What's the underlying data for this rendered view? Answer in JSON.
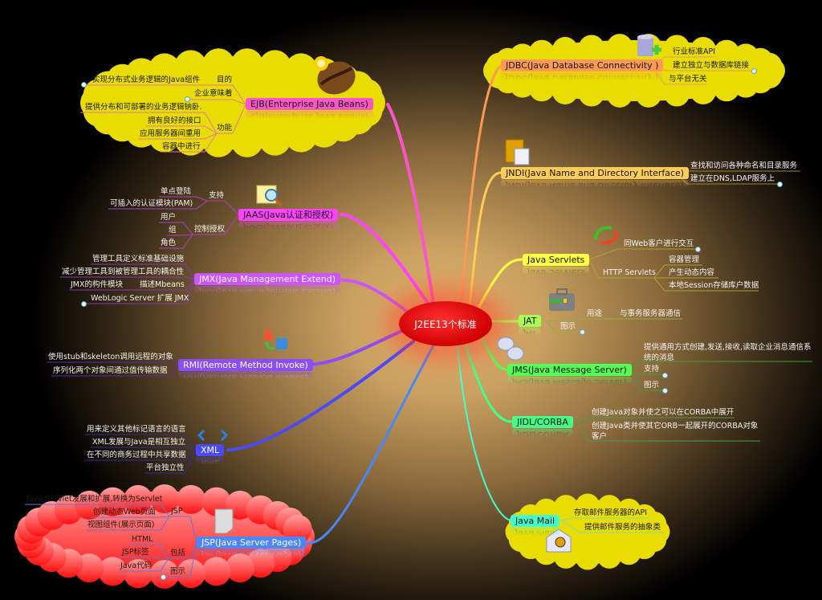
{
  "center": "J2EE13个标准",
  "ejb": {
    "label": "EJB(Enterprise Java Beans)",
    "color": "#ff55c8",
    "purpose_label": "目的",
    "purpose": "实现分布式业务逻辑的Java组件",
    "meaning": "企业意味着",
    "function_label": "功能",
    "functions": [
      "提供分布和可部署的业务逻辑钠卧.",
      "拥有良好的接口",
      "应用服务器间重用",
      "容器中进行"
    ]
  },
  "jaas": {
    "label": "JAAS(Java认证和授权)",
    "color": "#ff44ff",
    "support_label": "支持",
    "support": [
      "单点登陆",
      "可插入的认证模块(PAM)"
    ],
    "control_label": "控制授权",
    "control": [
      "用户",
      "组",
      "角色"
    ]
  },
  "jmx": {
    "label": "JMX(Java Management Extend)",
    "color": "#cc55ff",
    "items": [
      "管理工具定义标准基础设施",
      "减少管理工具到被管理工具的耦合性",
      "JMX的构件模块",
      "WebLogic Server 扩展 JMX"
    ],
    "mbeans": "描述Mbeans"
  },
  "rmi": {
    "label": "RMI(Remote Method Invoke)",
    "color": "#8b4dff",
    "items": [
      "使用stub和skeleton调用远程的对象",
      "序列化两个对象间通过值传输数据"
    ]
  },
  "xml": {
    "label": "XML",
    "color": "#4a4aff",
    "items": [
      "用来定义其他标记语言的语言",
      "XML发展与Java是相互独立",
      "在不同的商务过程中共享数据",
      "平台独立性"
    ]
  },
  "jsp": {
    "label": "JSP(Java Server Pages)",
    "color": "#4a86ff",
    "jsp_label": "JSP",
    "jsp_items": [
      "Java Servlet发展和扩展,转换为Servlet",
      "创建动态Web页面",
      "视图组件(展示页面)"
    ],
    "include_label": "包括",
    "include_items": [
      "HTML",
      "JSP标签",
      "Java代码"
    ],
    "diagram": "图示"
  },
  "jdbc": {
    "label": "JDBC(Java Database Connectivity )",
    "color": "#ff9a55",
    "items": [
      "行业标准API",
      "建立独立与数据库链接",
      "与平台无关"
    ]
  },
  "jndi": {
    "label": "JNDI(Java Name and Directory Interface)",
    "color": "#ffcc55",
    "items": [
      "查找和访问各种命名和目录服务",
      "建立在DNS,LDAP服务上"
    ]
  },
  "servlets": {
    "label": "Java Servlets",
    "color": "#ffff44",
    "web": "同Web客户进行交互",
    "http_label": "HTTP Servlets",
    "http_items": [
      "容器管理",
      "产生动态内容",
      "本地Session存储库户数据"
    ]
  },
  "jat": {
    "label": "JAT",
    "color": "#aaff55",
    "use_label": "用途",
    "use": "与事务服务器通信",
    "diagram": "图示"
  },
  "jms": {
    "label": "JMS(Java Message Server)",
    "color": "#55ff55",
    "desc": "提供通用方式创建,发送,接收,读取企业消息通信系统的消息",
    "support": "支持",
    "diagram": "图示"
  },
  "jidl": {
    "label": "JIDL/CORBA",
    "color": "#44ff88",
    "items": [
      "创建Java对象并使之可以在CORBA中展开",
      "创建Java类并使其它ORB一起展开的CORBA对象客户"
    ]
  },
  "mail": {
    "label": "Java Mail",
    "color": "#44ffcc",
    "items": [
      "存取邮件服务器的API",
      "提供邮件服务的抽象类"
    ]
  }
}
